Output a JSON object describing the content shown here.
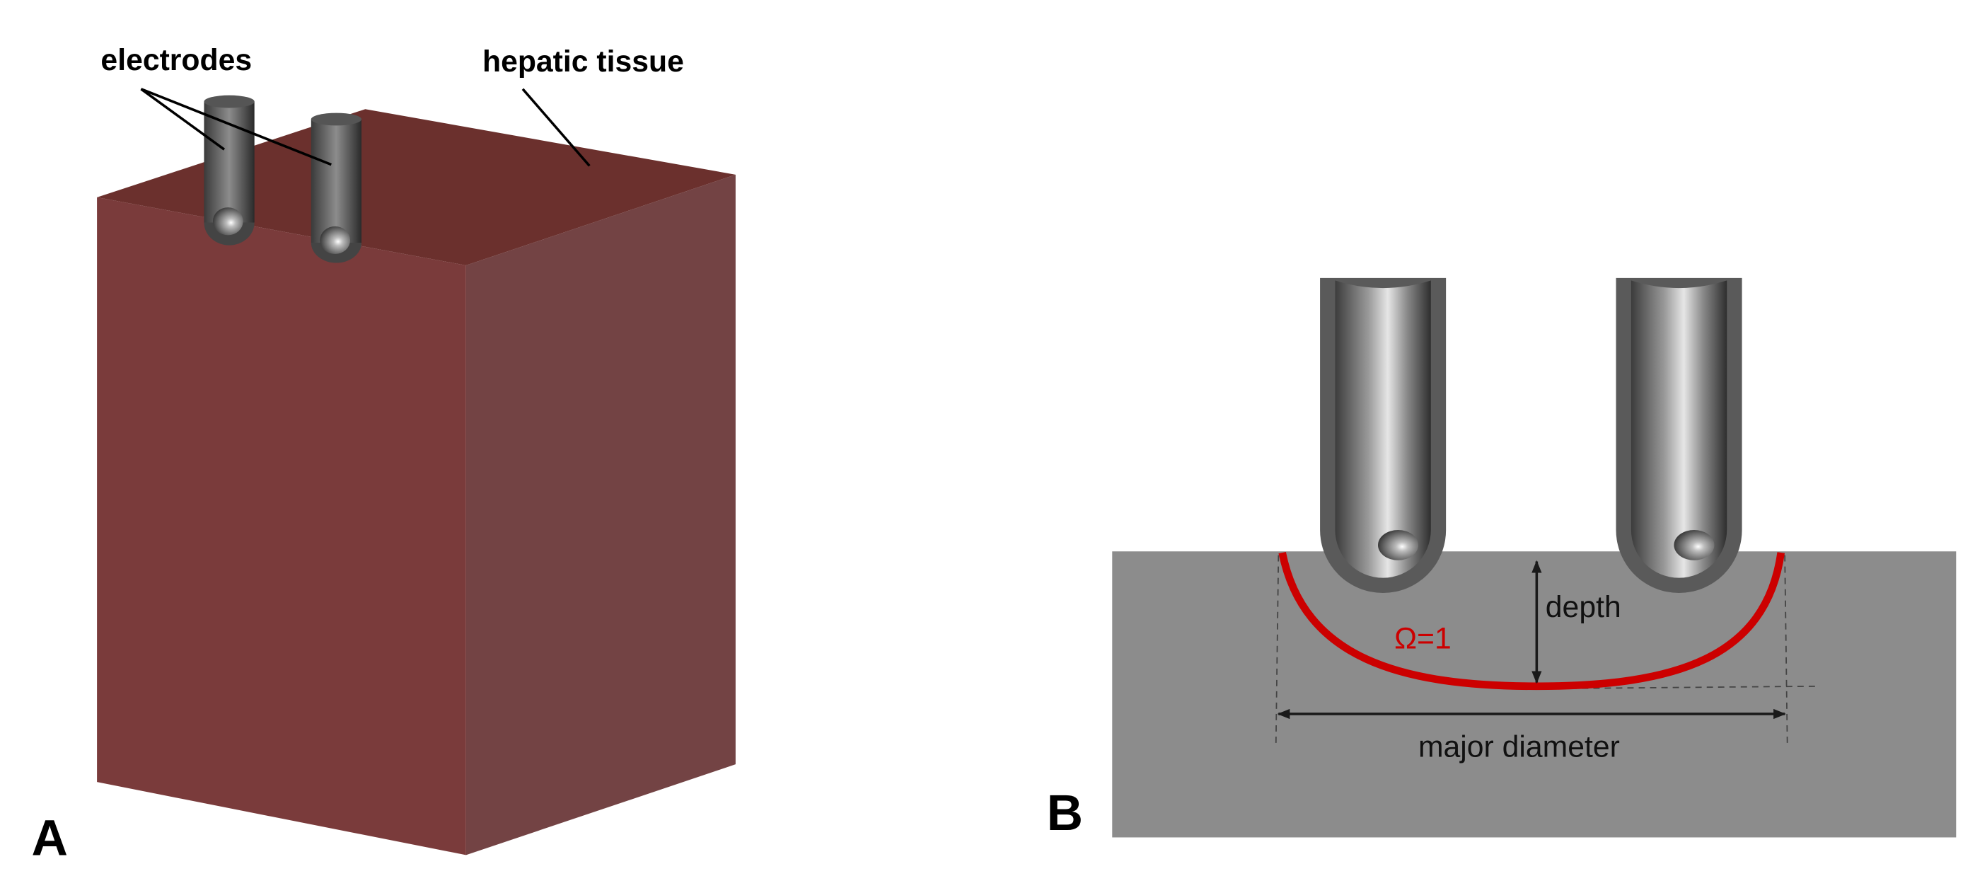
{
  "panel_a": {
    "label": "A",
    "electrodes_label": "electrodes",
    "tissue_label": "hepatic tissue"
  },
  "panel_b": {
    "label": "B",
    "depth_label": "depth",
    "omega_label": "Ω=1",
    "diameter_label": "major diameter"
  },
  "colors": {
    "tissue_front": "#7a3b3b",
    "tissue_top": "#6b302d",
    "tissue_side": "#734344",
    "section_gray": "#8c8c8c",
    "omega_red": "#cc0000"
  }
}
